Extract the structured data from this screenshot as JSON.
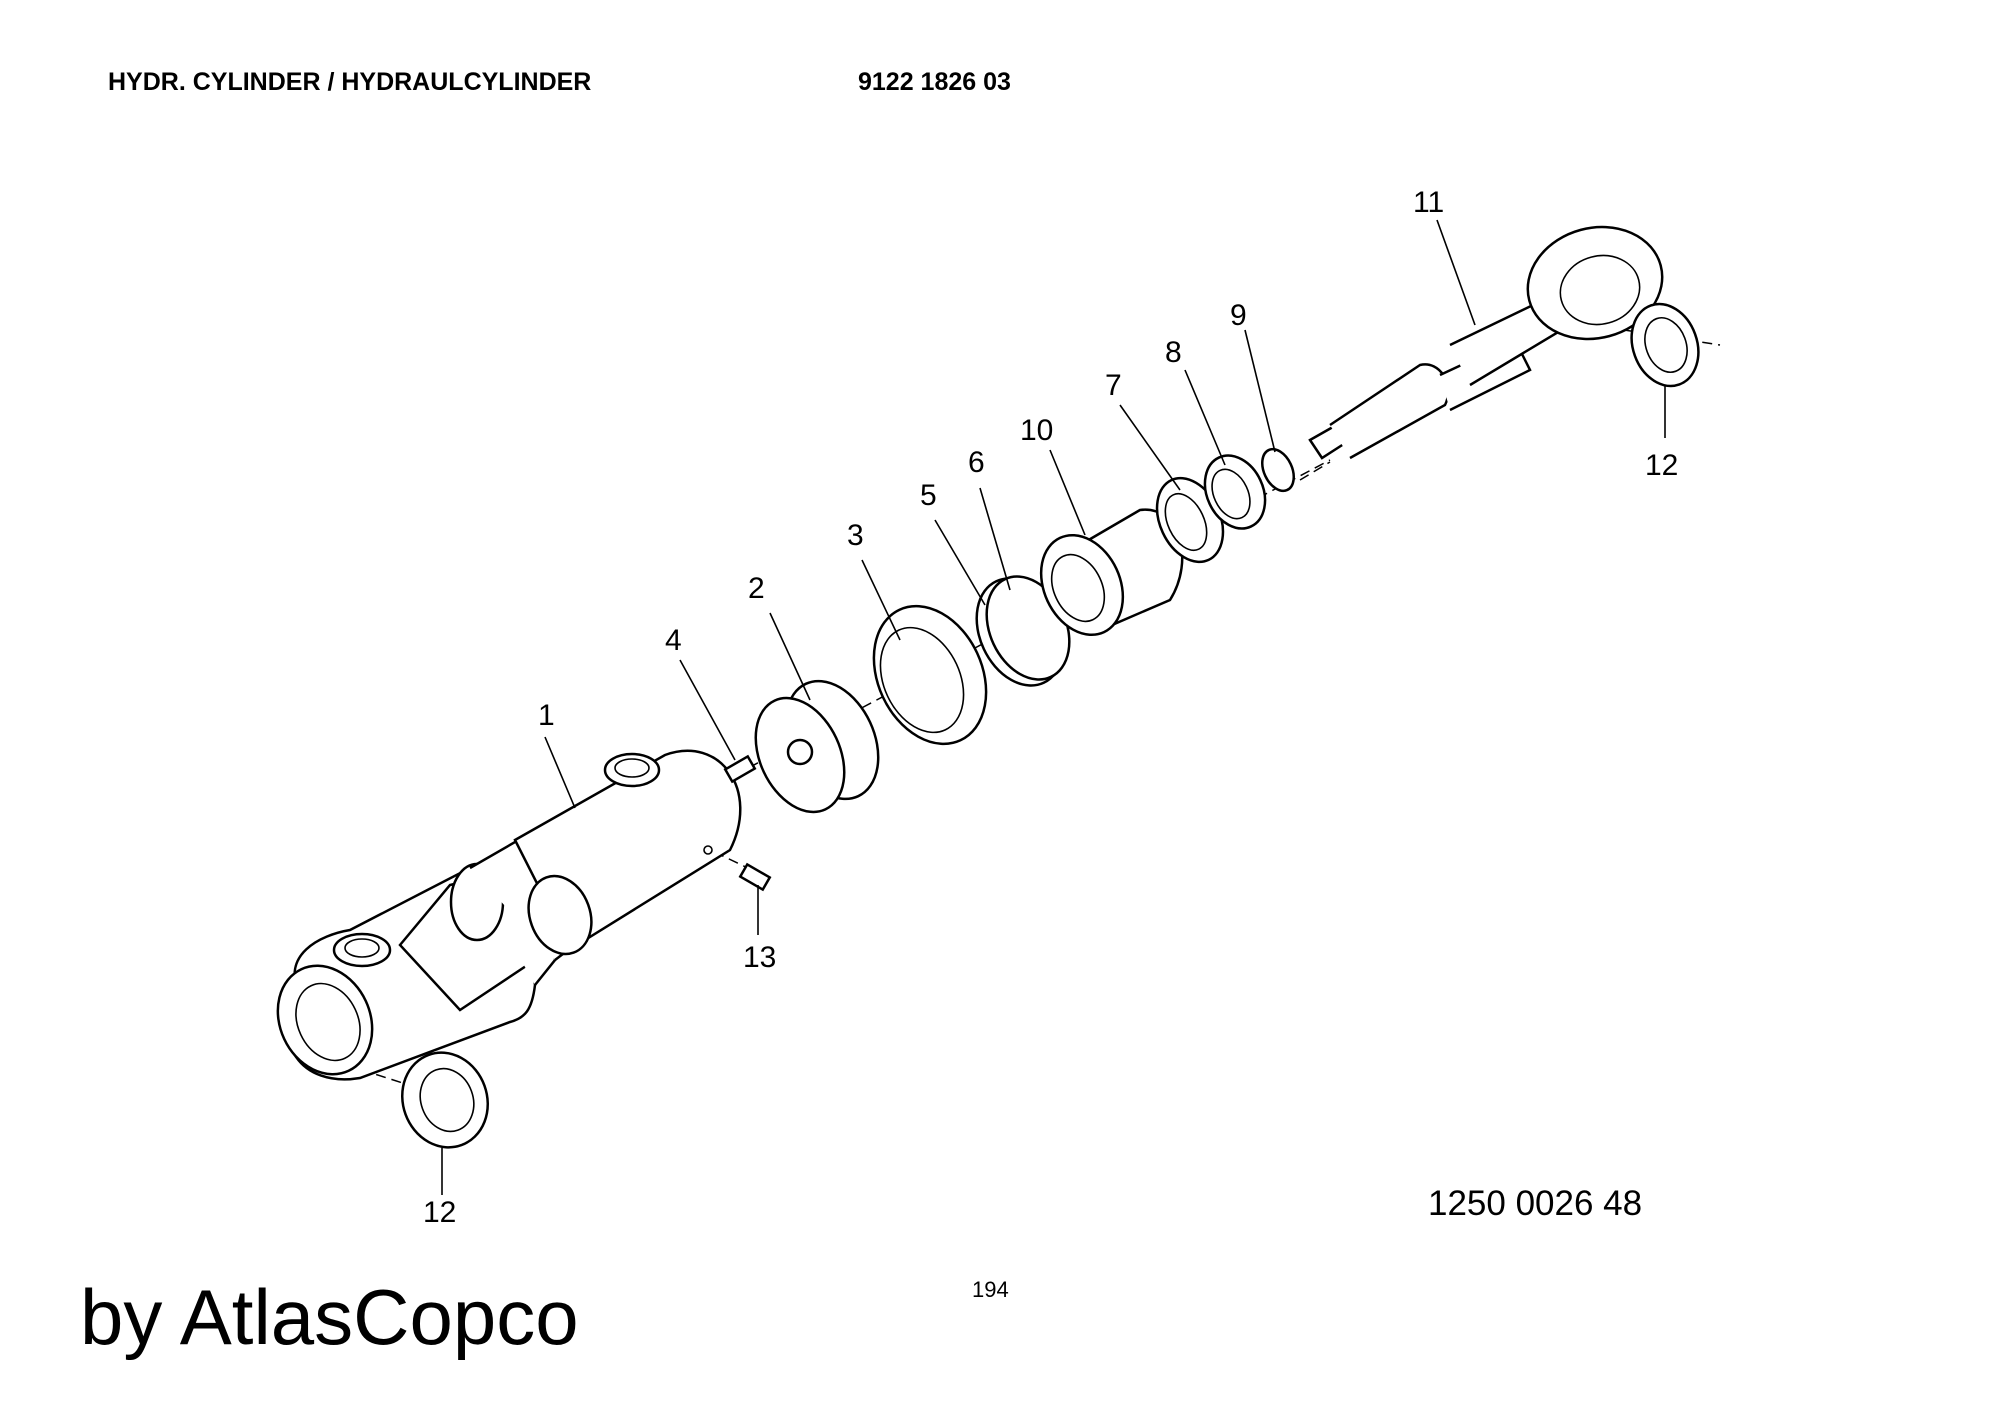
{
  "header": {
    "title": "HYDR. CYLINDER / HYDRAULCYLINDER",
    "part_number": "9122 1826 03"
  },
  "diagram": {
    "callouts": {
      "c1": "1",
      "c2": "2",
      "c3": "3",
      "c4": "4",
      "c5": "5",
      "c6": "6",
      "c7": "7",
      "c8": "8",
      "c9": "9",
      "c10": "10",
      "c11": "11",
      "c12a": "12",
      "c12b": "12",
      "c13": "13"
    }
  },
  "footer": {
    "drawing_number": "1250 0026 48",
    "page_number": "194",
    "brand": "by AtlasCopco"
  }
}
